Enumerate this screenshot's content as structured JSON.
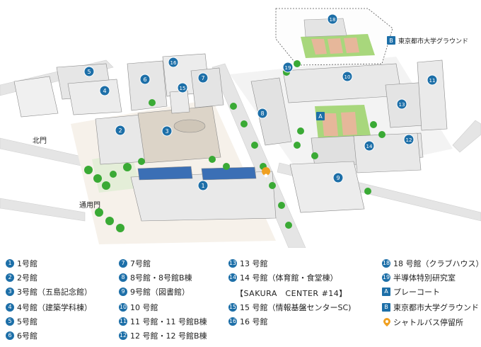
{
  "map": {
    "gate_north": "北門",
    "gate_service": "通用門",
    "ground_label": "東京都市大学グラウンド",
    "ground_mark": "B",
    "court_mark": "A",
    "markers": [
      "1",
      "2",
      "3",
      "4",
      "5",
      "6",
      "7",
      "8",
      "9",
      "10",
      "11",
      "12",
      "13",
      "14",
      "15",
      "16",
      "18",
      "19"
    ]
  },
  "legend": {
    "col1": [
      {
        "mark": "1",
        "text": "1号館"
      },
      {
        "mark": "2",
        "text": "2号館"
      },
      {
        "mark": "3",
        "text": "3号館（五島記念館）"
      },
      {
        "mark": "4",
        "text": "4号館（建築学科棟）"
      },
      {
        "mark": "5",
        "text": "5号館"
      },
      {
        "mark": "6",
        "text": "6号館"
      }
    ],
    "col2": [
      {
        "mark": "7",
        "text": "7号館"
      },
      {
        "mark": "8",
        "text": "8号館・8号館B棟"
      },
      {
        "mark": "9",
        "text": "9号館（図書館）"
      },
      {
        "mark": "10",
        "text": "10 号館"
      },
      {
        "mark": "11",
        "text": "11 号館・11 号館B棟"
      },
      {
        "mark": "12",
        "text": "12 号館・12 号館B棟"
      }
    ],
    "col3": [
      {
        "mark": "13",
        "text": "13 号館"
      },
      {
        "mark": "14",
        "text": "14 号館（体育館・食堂棟）"
      },
      {
        "mark": "15",
        "text": "15 号館（情報基盤センターSC)"
      },
      {
        "mark": "16",
        "text": "16 号館"
      }
    ],
    "col3_extra": "【SAKURA　CENTER #14】",
    "col4": [
      {
        "mark": "18",
        "text": "18 号館（クラブハウス）"
      },
      {
        "mark": "19",
        "text": "半導体特別研究室"
      },
      {
        "mark": "A",
        "text": "プレーコート"
      },
      {
        "mark": "B",
        "text": "東京都市大学グラウンド"
      }
    ],
    "shuttle": "シャトルバス停留所"
  },
  "colors": {
    "accent": "#1d6fa8",
    "road": "#e6e6e6",
    "grass": "#a8d77c",
    "tree": "#3aaa35",
    "court": "#e6b79a",
    "pin": "#f0a020"
  }
}
